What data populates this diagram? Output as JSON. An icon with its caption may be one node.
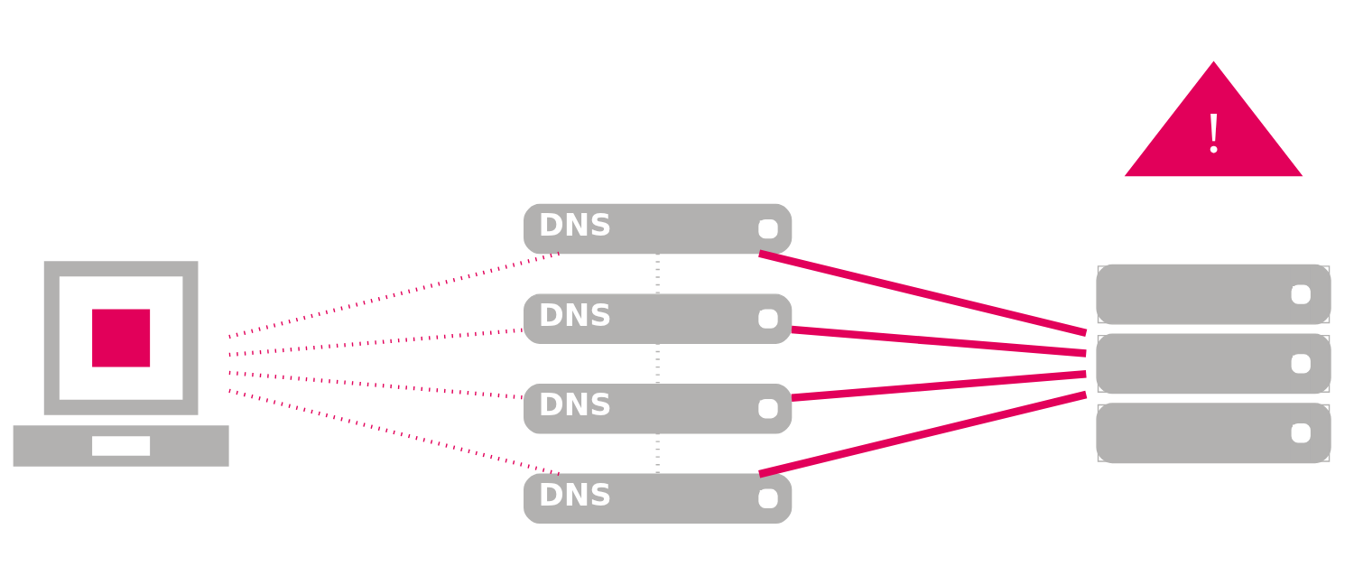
{
  "diagram": {
    "nodes": [
      {
        "text": [],
        "shape": "picture"
      },
      {
        "text": [
          "DNS"
        ]
      },
      {
        "text": [
          "DNS"
        ]
      },
      {
        "text": [
          "DNS"
        ]
      },
      {
        "text": [
          "DNS"
        ]
      },
      {
        "text": [
          "!"
        ]
      },
      {
        "text": [],
        "shape": "picture"
      }
    ],
    "edges": [
      {
        "from": 0,
        "to": 1,
        "arrow": "none",
        "style": "dashed"
      },
      {
        "from": 0,
        "to": 2,
        "arrow": "none",
        "style": "dashed"
      },
      {
        "from": 0,
        "to": 3,
        "arrow": "none",
        "style": "dashed"
      },
      {
        "from": 0,
        "to": 4,
        "arrow": "none",
        "style": "dashed"
      },
      {
        "from": 1,
        "to": 2,
        "arrow": "none",
        "style": "dashed",
        "color": "#b2b1b0"
      },
      {
        "from": 2,
        "to": 3,
        "arrow": "none",
        "style": "dashed",
        "color": "#b2b1b0"
      },
      {
        "from": 3,
        "to": 4,
        "arrow": "none",
        "style": "dashed",
        "color": "#b2b1b0"
      },
      {
        "from": 1,
        "to": 6,
        "arrow": "none",
        "style": "thick"
      },
      {
        "from": 2,
        "to": 6,
        "arrow": "none",
        "style": "thick"
      },
      {
        "from": 3,
        "to": 6,
        "arrow": "none",
        "style": "thick"
      },
      {
        "from": 4,
        "to": 6,
        "arrow": "none",
        "style": "thick"
      }
    ]
  }
}
